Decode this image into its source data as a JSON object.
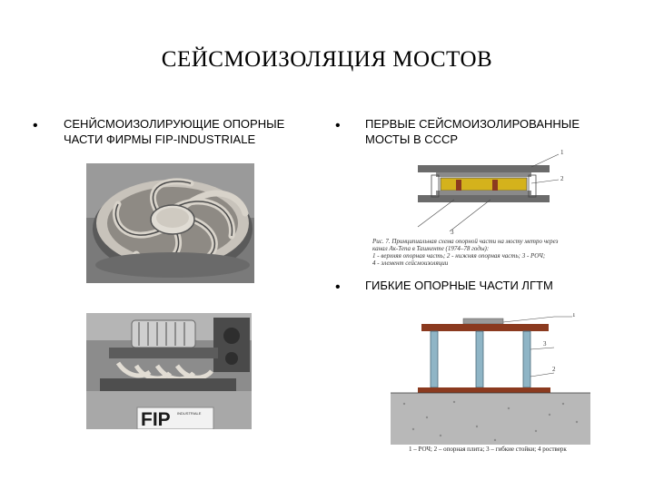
{
  "slide": {
    "title": "СЕЙСМОИЗОЛЯЦИЯ МОСТОВ",
    "bullet_glyph": "•",
    "left_item": {
      "line1": "СЕНЙСМОИЗОЛИРУЮЩИЕ ОПОРНЫЕ",
      "line2": "ЧАСТИ ФИРМЫ FIP-INDUSTRIALE"
    },
    "right_item1": {
      "line1": "ПЕРВЫЕ СЕЙСМОИЗОЛИРОВАННЫЕ",
      "line2": "МОСТЫ В СССР"
    },
    "right_item2": {
      "line1": "ГИБКИЕ ОПОРНЫЕ ЧАСТИ ЛГТМ"
    },
    "fip_logo": {
      "brand": "FIP",
      "sub": "INDUSTRIALE"
    },
    "figure1": {
      "labels": [
        "1",
        "2",
        "3"
      ],
      "caption": [
        "Рис. 7. Принципиальная схема опорной части на мосту метро через",
        "канал Ак-Тепа в Ташкенте (1974–78 годы):",
        "1 - верхняя опорная часть; 2 - нижняя опорная часть; 3 - РОЧ;",
        "4 - элемент сейсмоизоляции"
      ]
    },
    "figure2": {
      "labels": [
        "1",
        "3",
        "2"
      ],
      "legend": "1 – РОЧ; 2 – опорная плита; 3 – гибкие стойки; 4 ростверк"
    },
    "colors": {
      "steel": "#6b6b6b",
      "yellow": "#d4b21c",
      "rust": "#8b3a1f",
      "column": "#8fb5c6",
      "ground": "#b8b8b8"
    }
  }
}
